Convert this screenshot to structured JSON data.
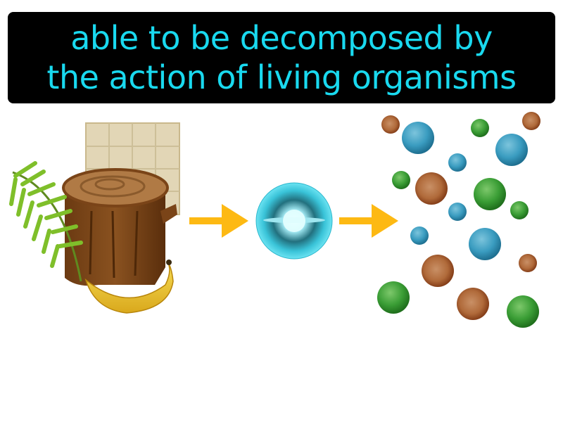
{
  "definition": {
    "line1": "able to be decomposed by",
    "line2": "the action of living organisms"
  },
  "colors": {
    "banner_bg": "#000000",
    "text": "#19d9ef",
    "arrow": "#fdb913",
    "microbe": "#3fd3e6",
    "sphere_blue": "#2a8fb4",
    "sphere_green": "#2e9a2e",
    "sphere_brown": "#9a4a1a"
  },
  "illustration": {
    "left_group": [
      "paper",
      "tree-stump",
      "palm-leaf",
      "banana"
    ],
    "middle": "microorganism",
    "right": "decomposed-particles"
  }
}
